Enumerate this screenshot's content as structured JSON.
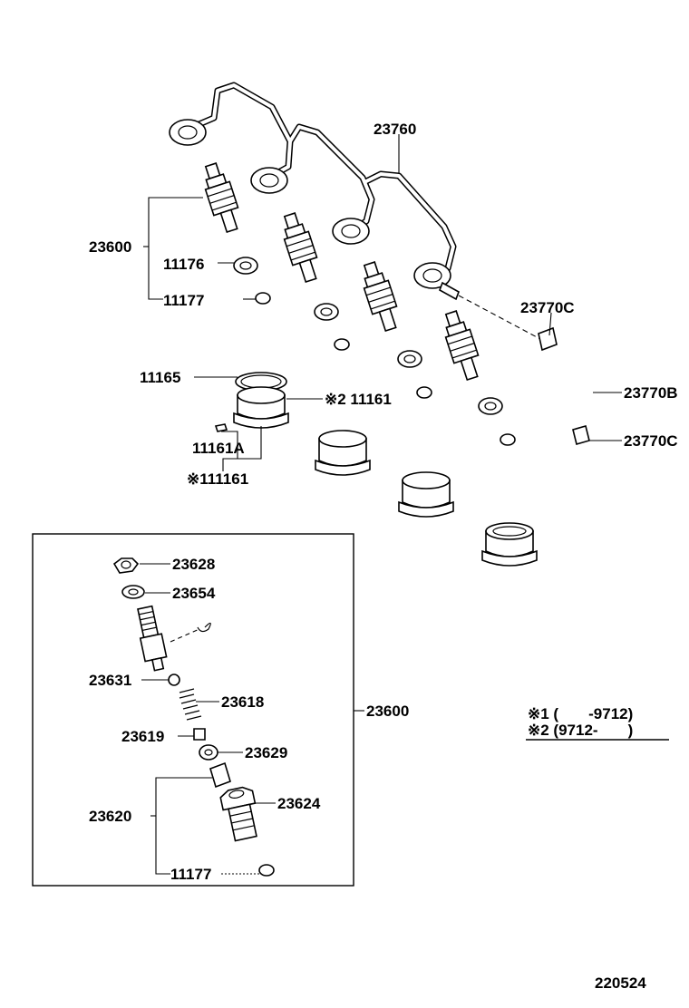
{
  "labels": {
    "p23760": "23760",
    "p23600_top": "23600",
    "p11176": "11176",
    "p11177_top": "11177",
    "p23770c_top": "23770C",
    "p23770b": "23770B",
    "p23770c_bot": "23770C",
    "p11165": "11165",
    "p11161_s2": "※2 11161",
    "p11161a": "11161A",
    "p11161_s1": "※111161",
    "p23628": "23628",
    "p23654": "23654",
    "p23631": "23631",
    "p23618": "23618",
    "p23600_box": "23600",
    "p23619": "23619",
    "p23629": "23629",
    "p23620": "23620",
    "p23624": "23624",
    "p11177_bot": "11177"
  },
  "notes": {
    "note1": "※1 (       -9712)",
    "note2": "※2 (9712-       )"
  },
  "diagram_code": "220524"
}
